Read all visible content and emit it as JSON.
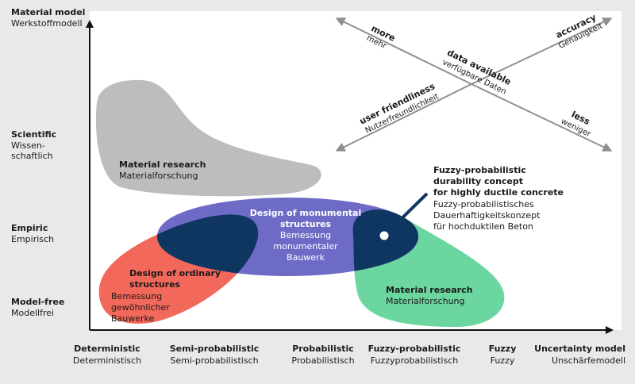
{
  "y_axis": {
    "title_en": "Material model",
    "title_de": "Werkstoffmodell",
    "levels": [
      {
        "en": "Scientific",
        "de_lines": [
          "Wissen-",
          "schaftlich"
        ]
      },
      {
        "en": "Empiric",
        "de_lines": [
          "Empirisch"
        ]
      },
      {
        "en": "Model-free",
        "de_lines": [
          "Modellfrei"
        ]
      }
    ]
  },
  "x_axis": {
    "title_en": "Uncertainty model",
    "title_de": "Unschärfemodell",
    "levels": [
      {
        "en": "Deterministic",
        "de": "Deterministisch"
      },
      {
        "en": "Semi-probabilistic",
        "de": "Semi-probabilistisch"
      },
      {
        "en": "Probabilistic",
        "de": "Probabilistisch"
      },
      {
        "en": "Fuzzy-probabilistic",
        "de": "Fuzzyprobabilistisch"
      },
      {
        "en": "Fuzzy",
        "de": "Fuzzy"
      }
    ]
  },
  "trend": {
    "more_en": "more",
    "more_de": "mehr",
    "accuracy_en": "accuracy",
    "accuracy_de": "Genauigkeit",
    "data_en": "data available",
    "data_de": "verfügbare Daten",
    "user_en": "user friendliness",
    "user_de": "Nutzerfreundlichkeit",
    "less_en": "less",
    "less_de": "weniger"
  },
  "regions": {
    "material_research_top": {
      "en": "Material research",
      "de": "Materialforschung",
      "color": "#bdbdbd"
    },
    "monumental": {
      "en_lines": [
        "Design of monumental",
        "structures"
      ],
      "de_lines": [
        "Bemessung",
        "monumentaler",
        "Bauwerk"
      ],
      "color": "#6e6bc6"
    },
    "ordinary": {
      "en_lines": [
        "Design of ordinary",
        "structures"
      ],
      "de_lines": [
        "Bemessung",
        "gewöhnlicher",
        "Bauwerke"
      ],
      "color": "#f2685a"
    },
    "material_research_bottom": {
      "en": "Material research",
      "de": "Materialforschung",
      "color": "#6cd6a0"
    },
    "overlap_color": "#0e3660"
  },
  "callout": {
    "en_lines": [
      "Fuzzy-probabilistic",
      "durability concept",
      "for highly ductile concrete"
    ],
    "de_lines": [
      "Fuzzy-probabilistisches",
      "Dauerhaftigkeitskonzept",
      "für hochduktilen Beton"
    ]
  },
  "colors": {
    "background": "#e9e9ea",
    "plot": "#ffffff",
    "axis": "#111111",
    "arrows": "#8f8f8f"
  }
}
